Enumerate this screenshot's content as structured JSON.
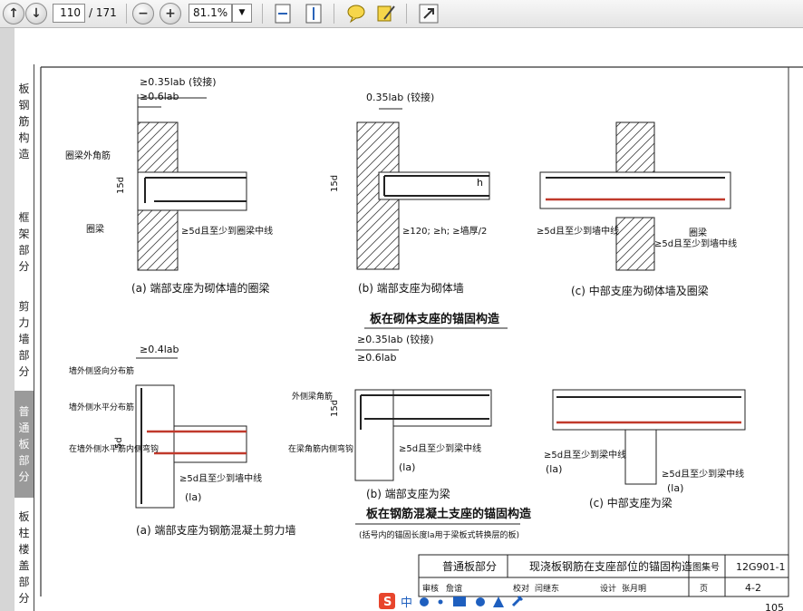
{
  "toolbar": {
    "page_number": "110",
    "page_total": "/ 171",
    "zoom": "81.1%",
    "icons": [
      "arrow-up-icon",
      "arrow-down-icon",
      "zoom-out-icon",
      "zoom-in-icon",
      "fit-page-icon",
      "fit-width-icon",
      "comment-icon",
      "highlight-note-icon",
      "expand-icon"
    ]
  },
  "sidebar": {
    "tabs": [
      {
        "label": "板钢筋构造"
      },
      {
        "label": "框架部分"
      },
      {
        "label": "剪力墙部分"
      },
      {
        "label": "普通板部分",
        "active": true
      },
      {
        "label": "板柱楼盖部分"
      }
    ]
  },
  "drawing": {
    "section_title_masonry": "板在砌体支座的锚固构造",
    "section_title_rc": "板在钢筋混凝土支座的锚固构造",
    "section_note_rc": "(括号内的锚固长度la用于梁板式转换层的板)",
    "a1": {
      "dim_top": "≥0.35lab (铰接)",
      "dim_mid": "≥0.6lab",
      "label_corner": "圈梁外角筋",
      "label_ring": "圈梁",
      "dim_15d": "15d",
      "dim_bottom": "≥5d且至少到圈梁中线",
      "caption": "(a) 端部支座为砌体墙的圈梁"
    },
    "b1": {
      "dim_top": "0.35lab (铰接)",
      "dim_15d": "15d",
      "dim_h": "h",
      "dim_bottom": "≥120; ≥h; ≥墙厚/2",
      "caption": "(b) 端部支座为砌体墙"
    },
    "c1": {
      "dim_left": "≥5d且至少到墙中线",
      "label_ring": "圈梁",
      "dim_right": "≥5d且至少到墙中线",
      "caption": "(c) 中部支座为砌体墙及圈梁"
    },
    "a2": {
      "dim_top": "≥0.4lab",
      "label_v": "墙外侧竖向分布筋",
      "label_h": "墙外侧水平分布筋",
      "label_inside": "在墙外侧水平筋内侧弯钩",
      "dim_5d": "5d",
      "dim_bottom": "≥5d且至少到墙中线",
      "dim_la": "(la)",
      "caption": "(a) 端部支座为钢筋混凝土剪力墙"
    },
    "b2": {
      "dim_top": "≥0.35lab (铰接)",
      "dim_mid": "≥0.6lab",
      "label_corner": "外侧梁角筋",
      "label_inside": "在梁角筋内侧弯钩",
      "dim_15d": "15d",
      "dim_bottom": "≥5d且至少到梁中线",
      "dim_la": "(la)",
      "caption": "(b) 端部支座为梁"
    },
    "c2": {
      "dim_left": "≥5d且至少到梁中线",
      "dim_la_left": "(la)",
      "dim_right": "≥5d且至少到梁中线",
      "dim_la_right": "(la)",
      "caption": "(c) 中部支座为梁"
    },
    "title_block": {
      "left_title": "普通板部分",
      "main_title": "现浇板钢筋在支座部位的锚固构造",
      "atlas_label": "图集号",
      "atlas_no": "12G901-1",
      "review_label": "审核",
      "review_name": "詹谊",
      "check_label": "校对",
      "check_name": "闫继东",
      "design_label": "设计",
      "design_name": "张月明",
      "page_label": "页",
      "page_no": "4-2"
    },
    "page_number": "105"
  },
  "colors": {
    "accent_red": "#c0392b",
    "sidebar_active": "#9a9a9a"
  }
}
